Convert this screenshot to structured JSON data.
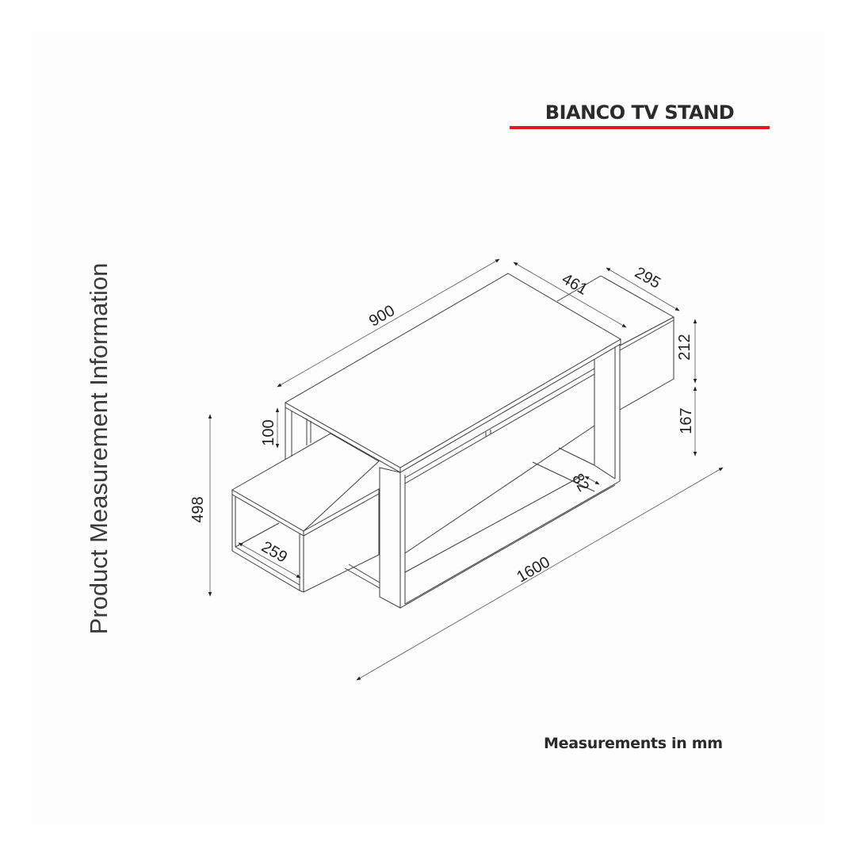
{
  "header": {
    "title": "BIANCO TV STAND",
    "accent_color": "#e0191e"
  },
  "side_label": "Product Measurement Information",
  "footer": {
    "units_note": "Measurements in mm"
  },
  "dimensions": {
    "top_length": "900",
    "top_depth": "461",
    "side_box_depth": "295",
    "side_box_height": "212",
    "side_box_clearance": "167",
    "top_thickness_gap": "100",
    "total_height": "498",
    "front_box_depth": "259",
    "leg_width": "82",
    "total_length": "1600"
  }
}
